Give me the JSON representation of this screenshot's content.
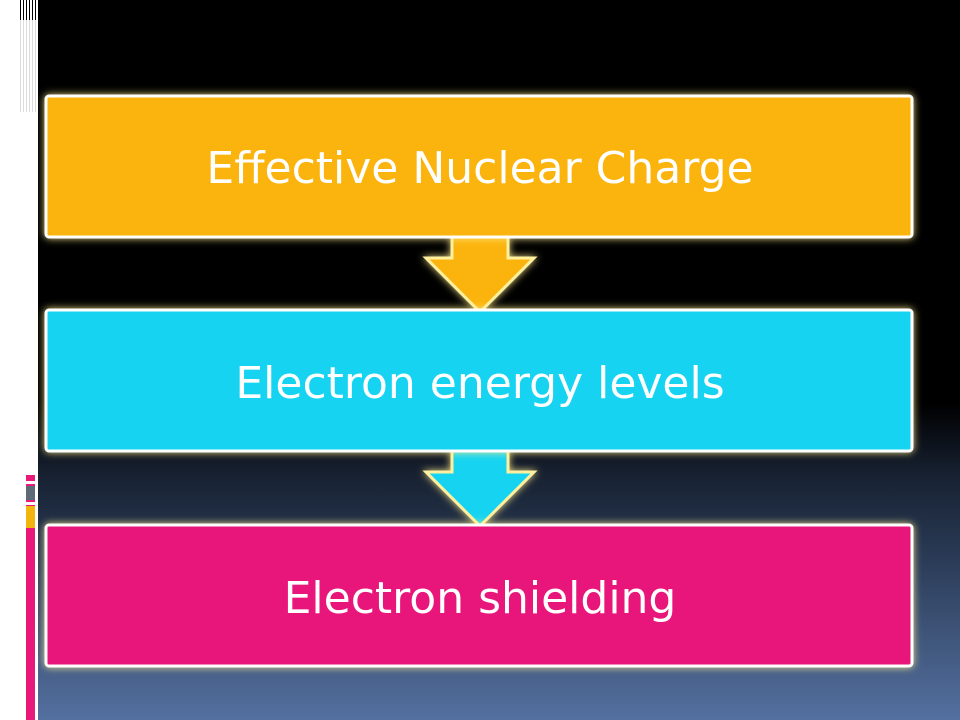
{
  "diagram": {
    "steps": [
      {
        "label": "Effective Nuclear Charge",
        "color": "#fbb40d"
      },
      {
        "label": "Electron energy levels",
        "color": "#13d4f1"
      },
      {
        "label": "Electron shielding",
        "color": "#e8197a"
      }
    ],
    "glow_color": "#ffec8a",
    "arrow_border_color": "#fff0a0"
  }
}
